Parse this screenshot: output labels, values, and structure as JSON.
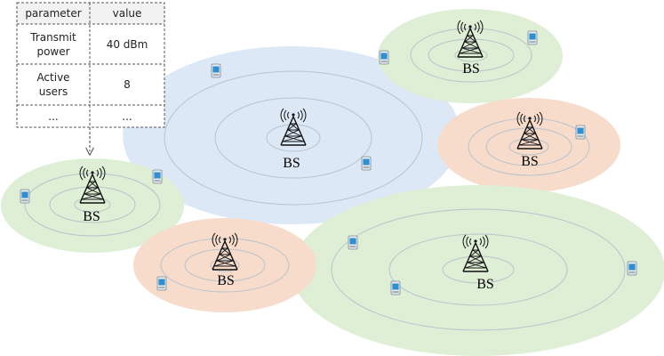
{
  "table": {
    "header": {
      "parameter": "parameter",
      "value": "value"
    },
    "rows": [
      {
        "param_line1": "Transmit",
        "param_line2": "power",
        "value": "40 dBm"
      },
      {
        "param_line1": "Active",
        "param_line2": "users",
        "value": "8"
      },
      {
        "param_line1": "...",
        "param_line2": "",
        "value": "..."
      }
    ]
  },
  "base_station_label": "BS",
  "colors": {
    "macro_cell": "#dce8f5",
    "green_cell": "#deefd6",
    "orange_cell": "#f7dccb",
    "ring": "#b9c3cc",
    "tower": "#111111",
    "phone_screen": "#2f8fd0"
  },
  "icons": [
    "tower-icon",
    "user-device-icon",
    "arrow-down-icon"
  ]
}
